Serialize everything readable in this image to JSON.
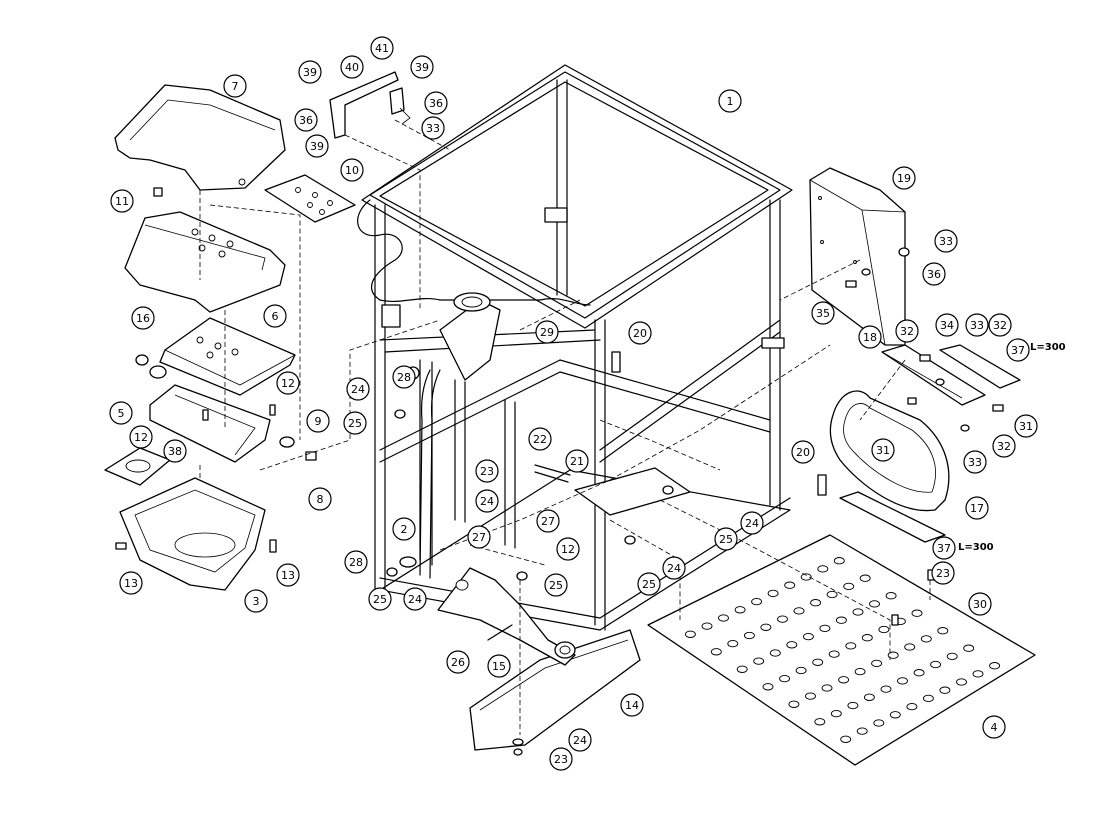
{
  "diagram": {
    "callouts": [
      {
        "id": "c1",
        "label": "1"
      },
      {
        "id": "c2",
        "label": "2"
      },
      {
        "id": "c3",
        "label": "3"
      },
      {
        "id": "c4",
        "label": "4"
      },
      {
        "id": "c5",
        "label": "5"
      },
      {
        "id": "c6",
        "label": "6"
      },
      {
        "id": "c7",
        "label": "7"
      },
      {
        "id": "c8",
        "label": "8"
      },
      {
        "id": "c9",
        "label": "9"
      },
      {
        "id": "c10",
        "label": "10"
      },
      {
        "id": "c11",
        "label": "11"
      },
      {
        "id": "c12a",
        "label": "12"
      },
      {
        "id": "c12b",
        "label": "12"
      },
      {
        "id": "c12c",
        "label": "12"
      },
      {
        "id": "c13a",
        "label": "13"
      },
      {
        "id": "c13b",
        "label": "13"
      },
      {
        "id": "c14",
        "label": "14"
      },
      {
        "id": "c15",
        "label": "15"
      },
      {
        "id": "c16",
        "label": "16"
      },
      {
        "id": "c17",
        "label": "17"
      },
      {
        "id": "c18",
        "label": "18"
      },
      {
        "id": "c19",
        "label": "19"
      },
      {
        "id": "c20a",
        "label": "20"
      },
      {
        "id": "c20b",
        "label": "20"
      },
      {
        "id": "c21",
        "label": "21"
      },
      {
        "id": "c22",
        "label": "22"
      },
      {
        "id": "c23a",
        "label": "23"
      },
      {
        "id": "c23b",
        "label": "23"
      },
      {
        "id": "c23c",
        "label": "23"
      },
      {
        "id": "c24a",
        "label": "24"
      },
      {
        "id": "c24b",
        "label": "24"
      },
      {
        "id": "c24c",
        "label": "24"
      },
      {
        "id": "c24d",
        "label": "24"
      },
      {
        "id": "c24e",
        "label": "24"
      },
      {
        "id": "c24f",
        "label": "24"
      },
      {
        "id": "c25a",
        "label": "25"
      },
      {
        "id": "c25b",
        "label": "25"
      },
      {
        "id": "c25c",
        "label": "25"
      },
      {
        "id": "c25d",
        "label": "25"
      },
      {
        "id": "c25e",
        "label": "25"
      },
      {
        "id": "c26",
        "label": "26"
      },
      {
        "id": "c27a",
        "label": "27"
      },
      {
        "id": "c27b",
        "label": "27"
      },
      {
        "id": "c28a",
        "label": "28"
      },
      {
        "id": "c28b",
        "label": "28"
      },
      {
        "id": "c29",
        "label": "29"
      },
      {
        "id": "c30",
        "label": "30"
      },
      {
        "id": "c31a",
        "label": "31"
      },
      {
        "id": "c31b",
        "label": "31"
      },
      {
        "id": "c32a",
        "label": "32"
      },
      {
        "id": "c32b",
        "label": "32"
      },
      {
        "id": "c32c",
        "label": "32"
      },
      {
        "id": "c33a",
        "label": "33"
      },
      {
        "id": "c33b",
        "label": "33"
      },
      {
        "id": "c33c",
        "label": "33"
      },
      {
        "id": "c33d",
        "label": "33"
      },
      {
        "id": "c34",
        "label": "34"
      },
      {
        "id": "c35",
        "label": "35"
      },
      {
        "id": "c36a",
        "label": "36"
      },
      {
        "id": "c36b",
        "label": "36"
      },
      {
        "id": "c36c",
        "label": "36"
      },
      {
        "id": "c37a",
        "label": "37"
      },
      {
        "id": "c37b",
        "label": "37"
      },
      {
        "id": "c38",
        "label": "38"
      },
      {
        "id": "c39a",
        "label": "39"
      },
      {
        "id": "c39b",
        "label": "39"
      },
      {
        "id": "c39c",
        "label": "39"
      },
      {
        "id": "c40",
        "label": "40"
      },
      {
        "id": "c41",
        "label": "41"
      }
    ],
    "notes": [
      {
        "id": "n37a",
        "text": "L=300"
      },
      {
        "id": "n37b",
        "text": "L=300"
      }
    ]
  }
}
